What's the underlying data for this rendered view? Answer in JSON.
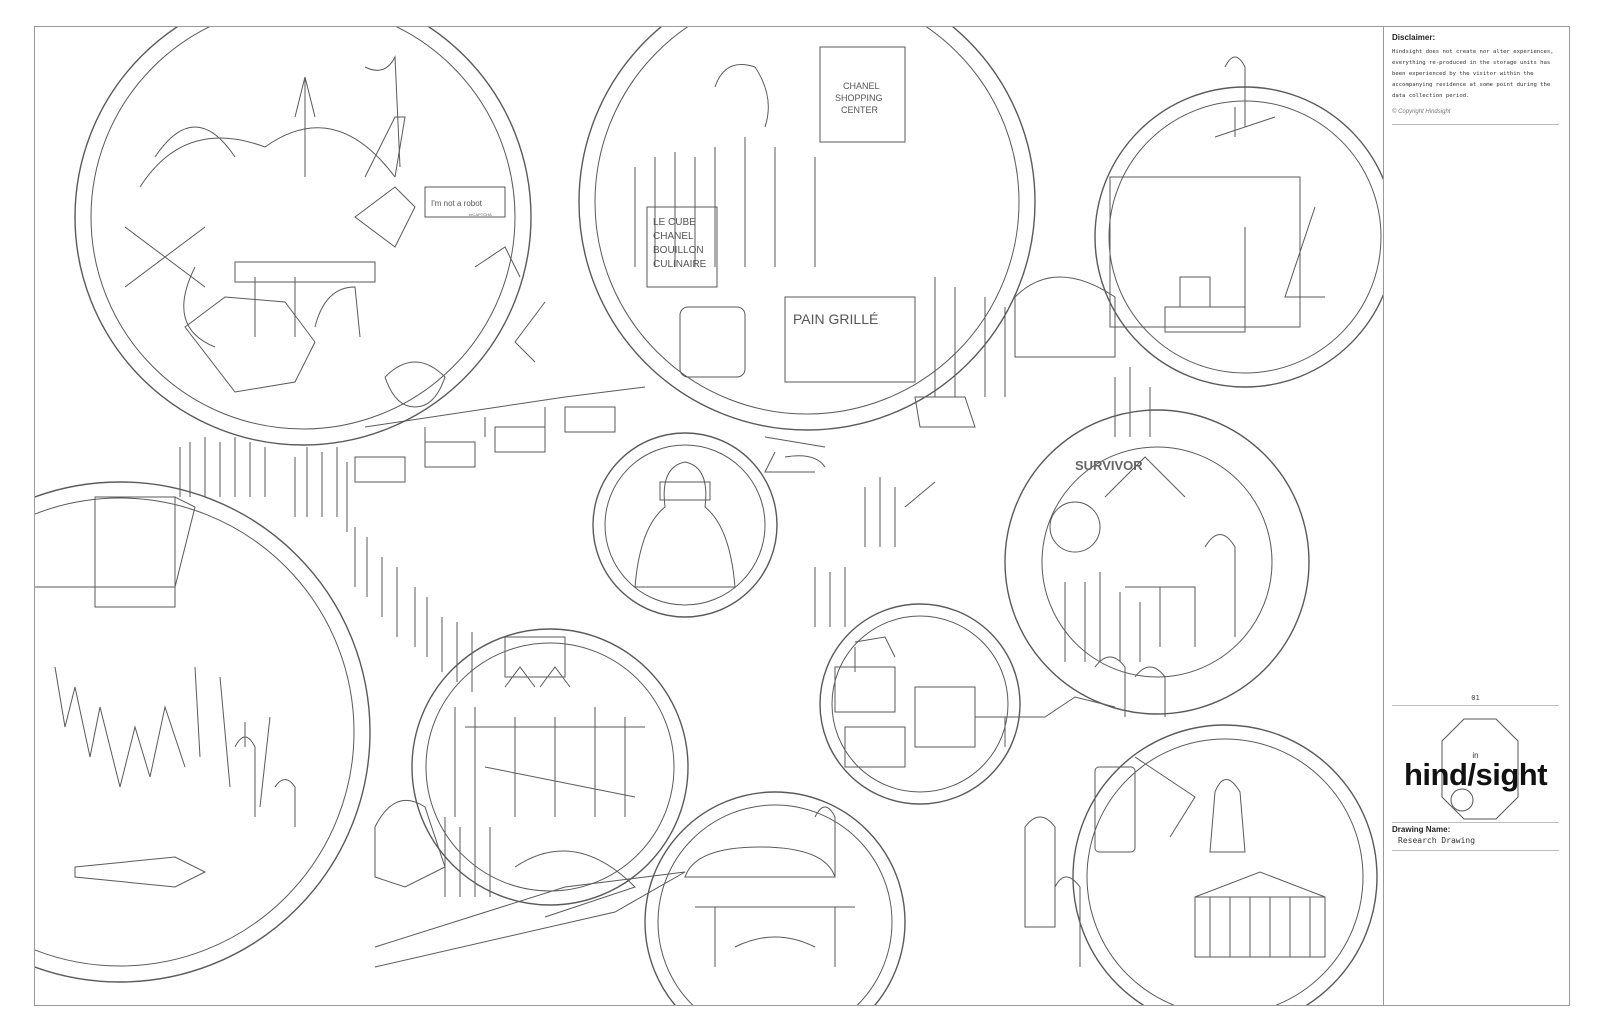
{
  "disclaimer": {
    "heading": "Disclaimer:",
    "text": "Hindsight does not create nor alter experiences, everything re-produced in the storage units has been experienced by the visitor within the accompanying residence at some point during the data collection period.",
    "copyright": "© Copyright Hindsight"
  },
  "sheet": {
    "number": "01"
  },
  "logo": {
    "prefix": "in",
    "wordmark": "hind/sight"
  },
  "drawing_info": {
    "label": "Drawing Name:",
    "value": "Research Drawing"
  },
  "drawing_text": {
    "captcha": "I'm not a robot",
    "captcha_brand": "reCAPTCHA",
    "sign_center_line1": "CHANEL",
    "sign_center_line2": "SHOPPING",
    "sign_center_line3": "CENTER",
    "box_line1": "LE CUBE",
    "box_line2": "CHANEL",
    "box_line3": "BOUILLON",
    "box_line4": "CULINAIRE",
    "bread_sign": "PAIN GRILLÉ",
    "banner": "SURVIVOR"
  },
  "colors": {
    "line": "#5a5a5a",
    "frame": "#9a9a9a",
    "text": "#222222"
  }
}
